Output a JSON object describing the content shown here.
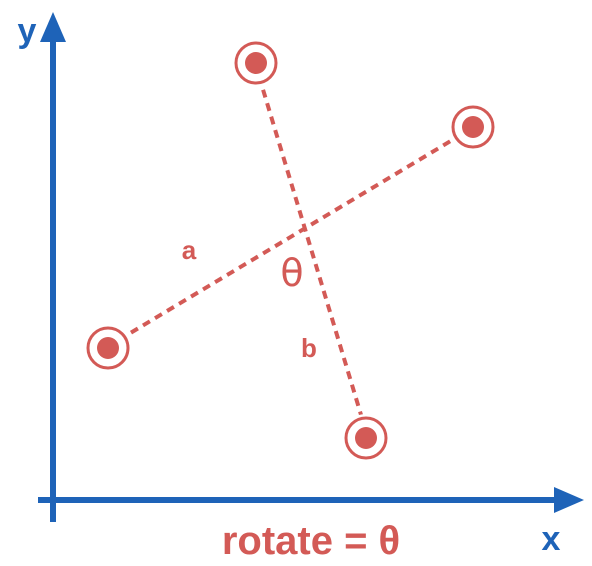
{
  "axes": {
    "x_label": "x",
    "y_label": "y",
    "color": "#1e63b8"
  },
  "points": {
    "color": "#d35a56",
    "names": [
      "point-top",
      "point-right",
      "point-left",
      "point-bottom"
    ]
  },
  "lines": {
    "a_label": "a",
    "b_label": "b",
    "color": "#d35a56",
    "style": "dashed"
  },
  "angle_label": "θ",
  "caption": "rotate = θ"
}
